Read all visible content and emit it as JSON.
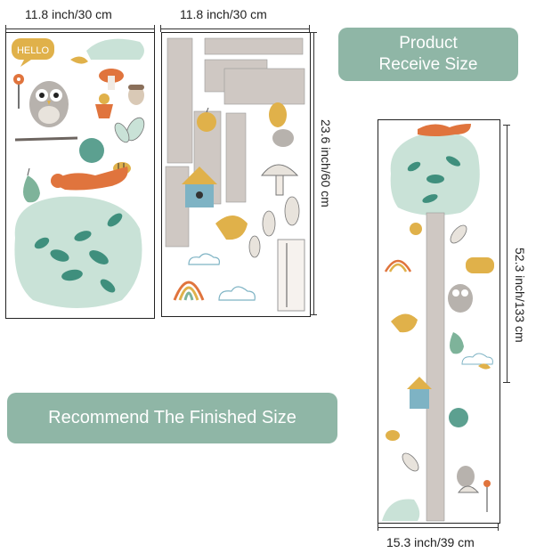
{
  "dimensions": {
    "sheet1_width": "11.8 inch/30 cm",
    "sheet2_width": "11.8 inch/30 cm",
    "sheet_height": "23.6 inch/60 cm",
    "finished_height": "52.3 inch/133 cm",
    "finished_width": "15.3 inch/39 cm"
  },
  "labels": {
    "product_receive_line1": "Product",
    "product_receive_line2": "Receive Size",
    "recommend_finished": "Recommend The Finished Size",
    "hello_sign": "HELLO"
  },
  "colors": {
    "pill": "#8fb6a6",
    "tree_green": "#c9e2d7",
    "leaf_dark": "#3f8f7d",
    "fox_orange": "#e0743d",
    "trunk_grey": "#cfc8c3",
    "mustard": "#e0b14a"
  }
}
